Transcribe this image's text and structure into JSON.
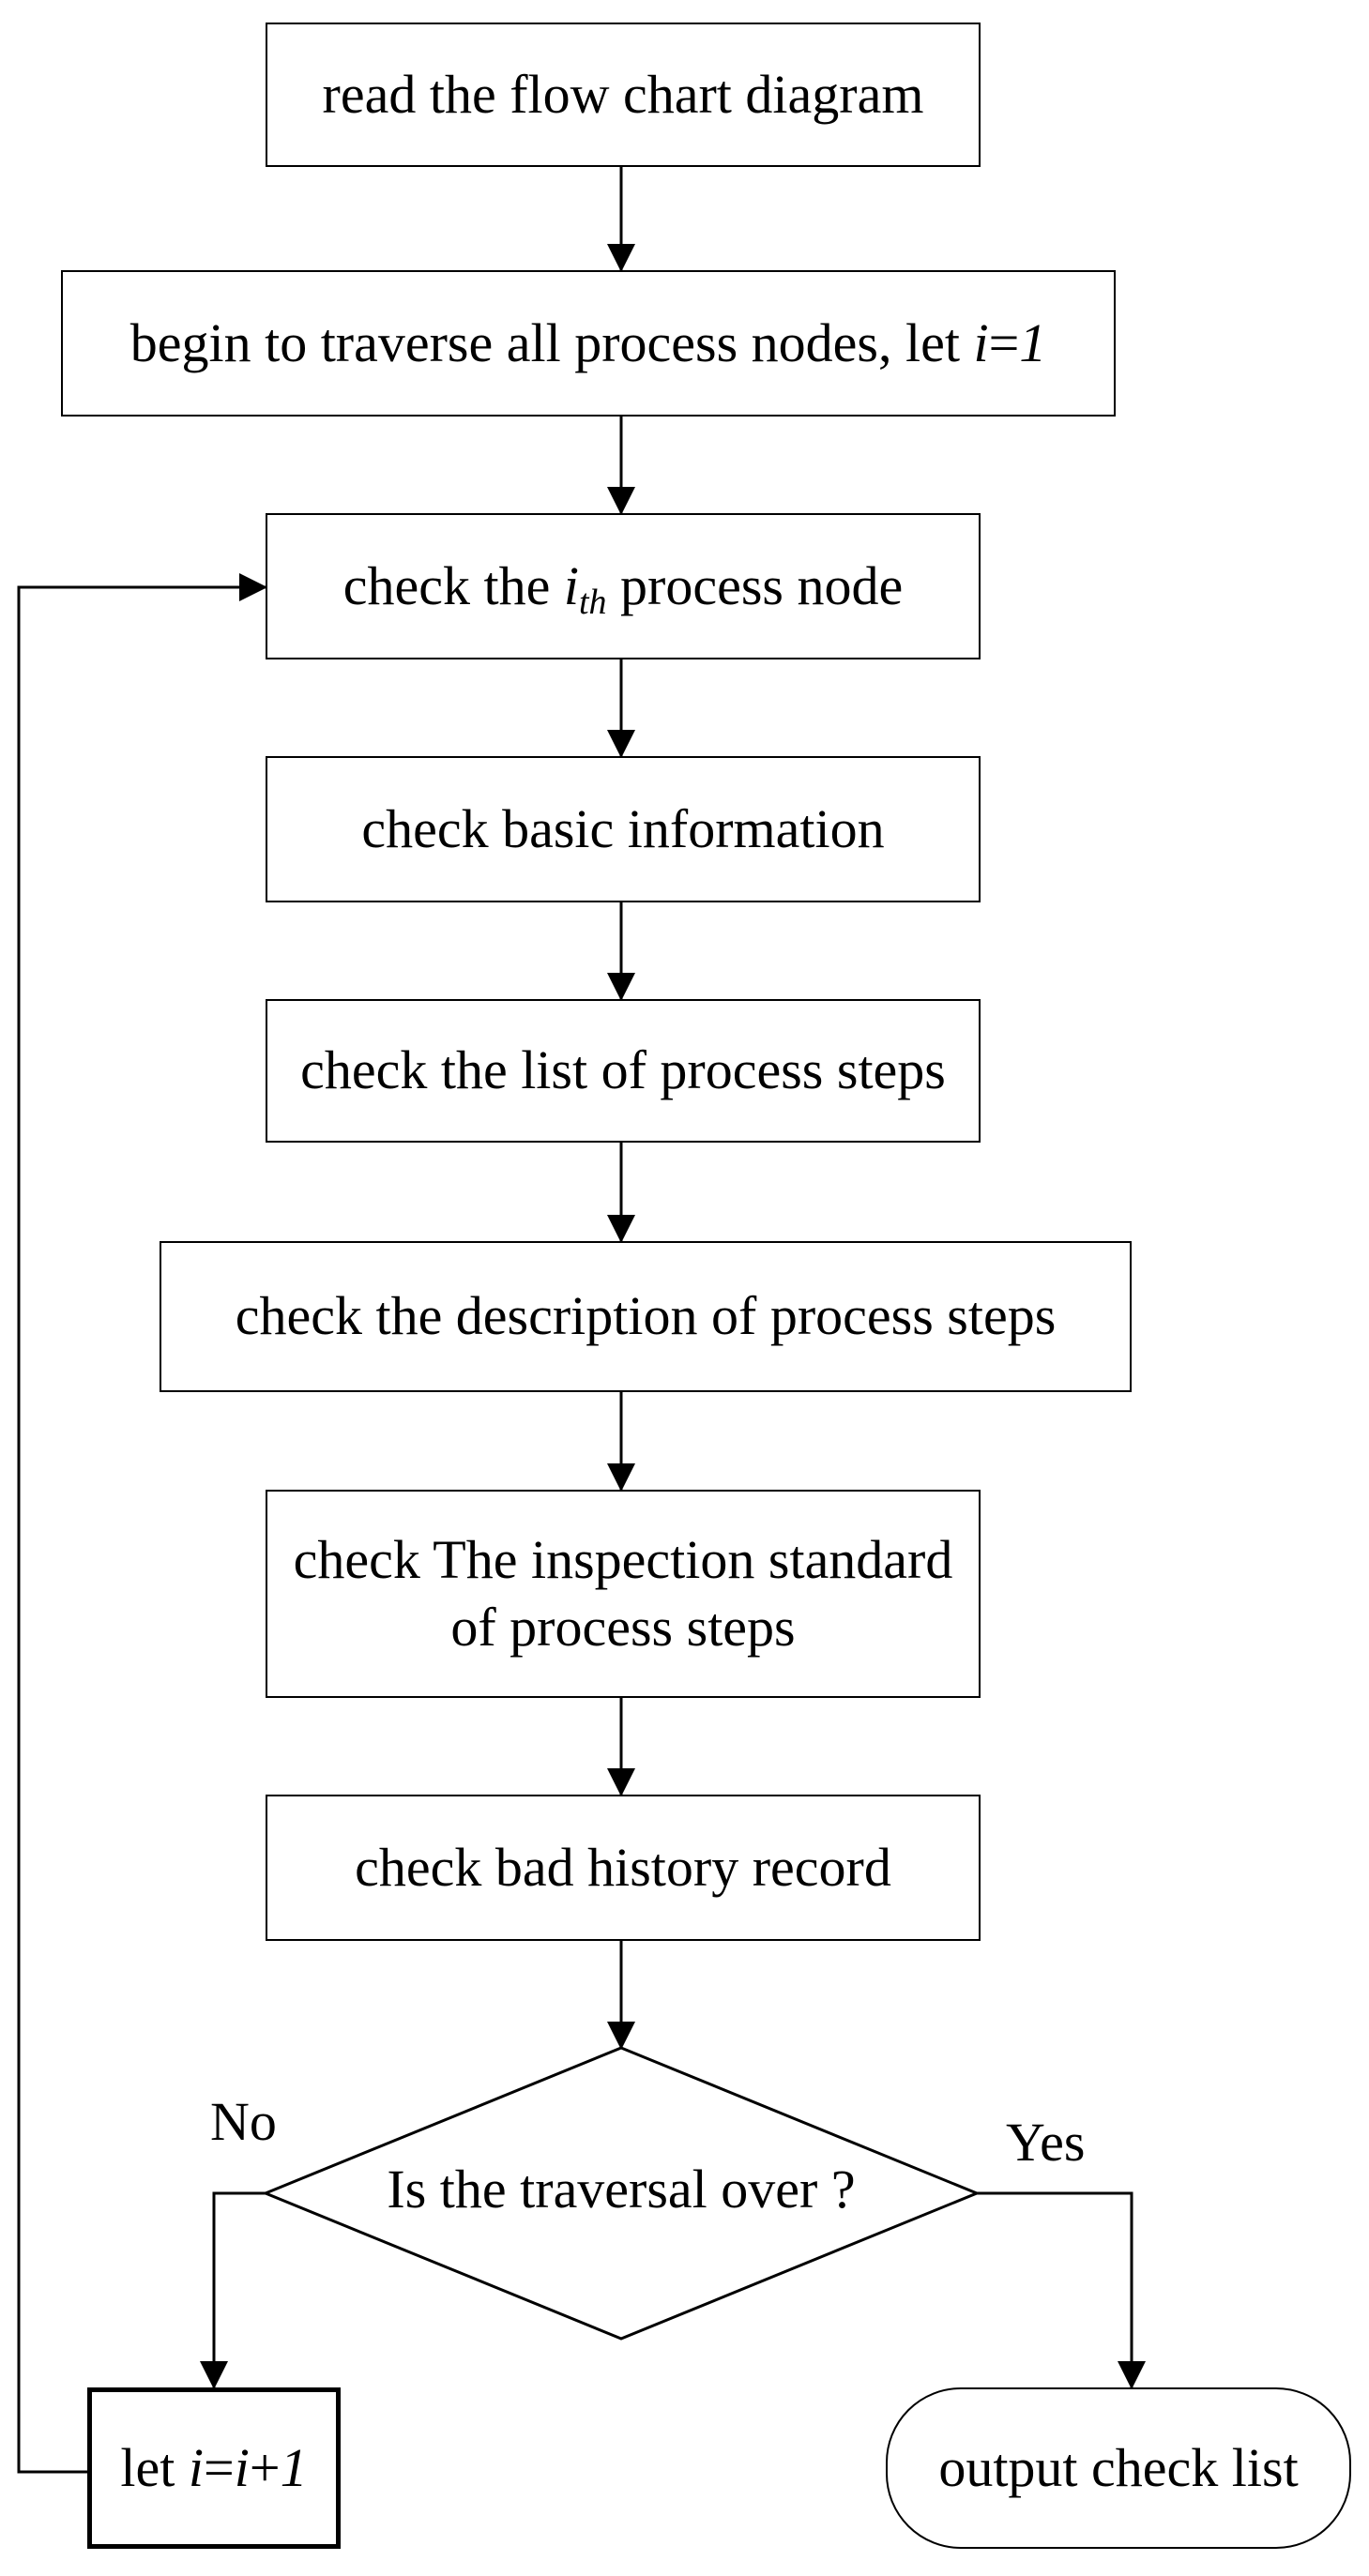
{
  "nodes": {
    "read": "read the flow chart diagram",
    "begin": {
      "prefix": "begin to traverse all process nodes, let ",
      "var": "i",
      "eq": "=",
      "val": "1"
    },
    "check_node": {
      "prefix": "check the ",
      "var": "i",
      "sub": "th",
      "suffix": " process node"
    },
    "basic": "check basic information",
    "list": "check the list of process steps",
    "description": "check the description of process steps",
    "inspection": {
      "line1": "check The inspection standard",
      "line2": "of process steps"
    },
    "bad_history": "check bad history record",
    "decision": "Is the traversal over ?",
    "increment": {
      "prefix": "let ",
      "var": "i",
      "eq": "=",
      "var2": "i",
      "plus": "+",
      "val": "1"
    },
    "output": "output check list"
  },
  "edge_labels": {
    "no": "No",
    "yes": "Yes"
  }
}
